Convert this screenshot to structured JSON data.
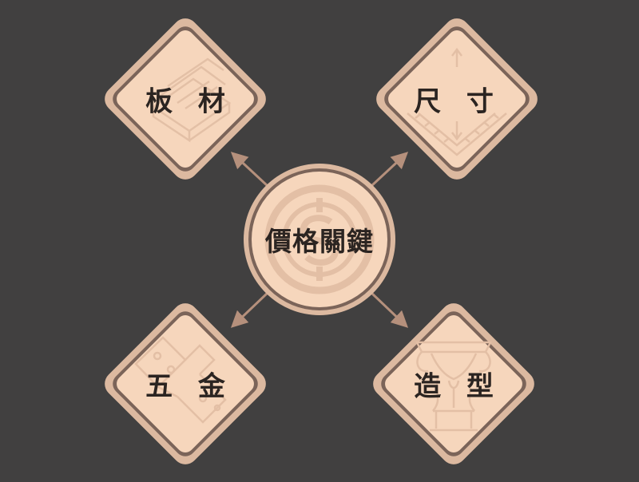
{
  "center": {
    "label": "價格關鍵",
    "icon": "coin-icon"
  },
  "nodes": {
    "top_left": {
      "label": "板 材",
      "icon": "lumber-planks-icon"
    },
    "top_right": {
      "label": "尺 寸",
      "icon": "measuring-ruler-icon"
    },
    "bottom_left": {
      "label": "五 金",
      "icon": "hinge-icon"
    },
    "bottom_right": {
      "label": "造 型",
      "icon": "column-capital-icon"
    }
  },
  "colors": {
    "background": "#414040",
    "tile_outer": "#dcb9a0",
    "tile_ring": "#7b6459",
    "tile_inner": "#f6d6bc",
    "arrow": "#b5907c",
    "text": "#2b2421"
  }
}
